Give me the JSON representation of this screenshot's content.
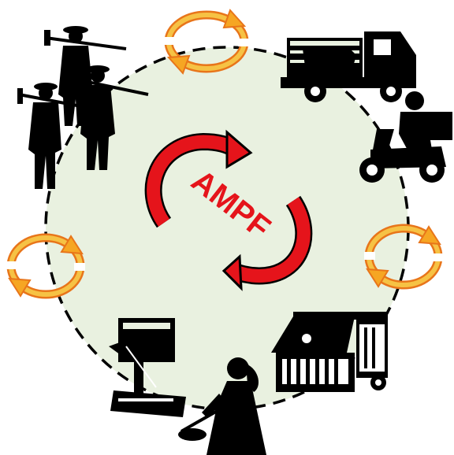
{
  "diagram": {
    "center_label": "AMPF",
    "colors": {
      "circle_fill": "#e9f1e0",
      "circle_stroke": "#000000",
      "center_arrow": "#e5141b",
      "cycle_arrow_fill": "#f6a623",
      "cycle_arrow_stroke": "#e8751a",
      "silhouette": "#000000",
      "label": "#e5141b"
    },
    "nodes": [
      {
        "name": "farmers",
        "icon": "farmers-silhouette-icon"
      },
      {
        "name": "livestock-transport",
        "icon": "cattle-truck-icon"
      },
      {
        "name": "delivery",
        "icon": "delivery-scooter-icon"
      },
      {
        "name": "pet-shop",
        "icon": "pet-shop-stall-icon"
      },
      {
        "name": "cooking",
        "icon": "woman-cooking-icon"
      },
      {
        "name": "processing",
        "icon": "processing-machine-icon"
      }
    ],
    "cycle_icons": [
      "recycle-arrows-icon",
      "recycle-arrows-icon",
      "recycle-arrows-icon"
    ]
  }
}
